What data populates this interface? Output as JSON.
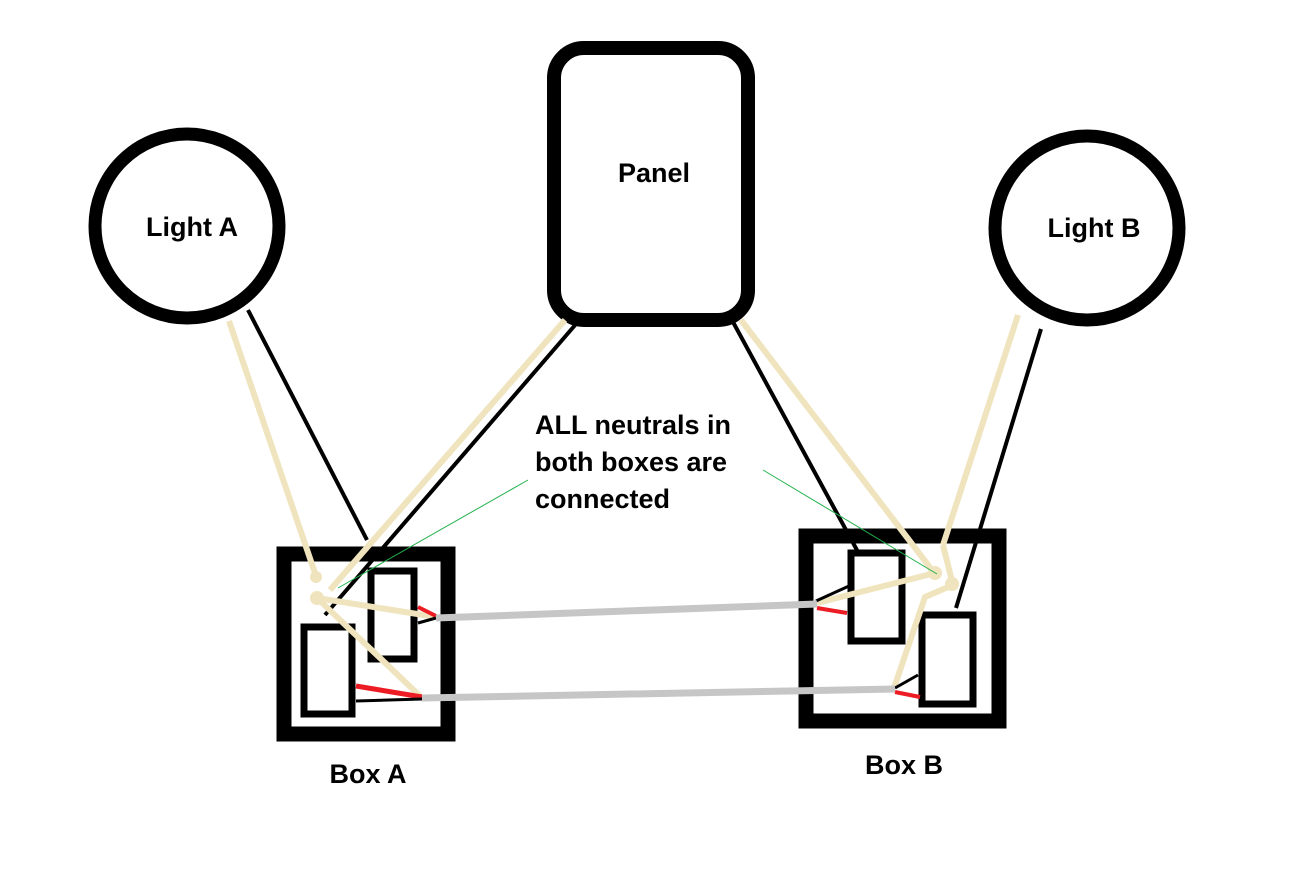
{
  "diagram": {
    "title": "Wiring diagram: two lights, two switch boxes, one panel",
    "colors": {
      "outline": "#000000",
      "hot_wire": "#000000",
      "neutral_wire": "#efe4bd",
      "traveler_wire": "#c6c6c6",
      "red_wire": "#ed1c24",
      "annotation_line": "#22b14c",
      "background": "#ffffff"
    },
    "nodes": {
      "light_a": {
        "label": "Light A",
        "shape": "circle"
      },
      "light_b": {
        "label": "Light B",
        "shape": "circle"
      },
      "panel": {
        "label": "Panel",
        "shape": "rounded-rectangle"
      },
      "box_a": {
        "label": "Box A",
        "shape": "square",
        "switches": 2
      },
      "box_b": {
        "label": "Box B",
        "shape": "square",
        "switches": 2
      }
    },
    "annotation": {
      "lines": [
        "ALL neutrals in",
        "both boxes are",
        "connected"
      ],
      "points_to": [
        "box_a neutral splice",
        "box_b neutral splice"
      ]
    },
    "wires": [
      {
        "from": "light_a",
        "to": "box_a",
        "type": "neutral"
      },
      {
        "from": "light_a",
        "to": "box_a",
        "type": "hot"
      },
      {
        "from": "panel",
        "to": "box_a",
        "type": "neutral"
      },
      {
        "from": "panel",
        "to": "box_a",
        "type": "hot"
      },
      {
        "from": "panel",
        "to": "box_b",
        "type": "hot"
      },
      {
        "from": "panel",
        "to": "box_b",
        "type": "neutral"
      },
      {
        "from": "light_b",
        "to": "box_b",
        "type": "neutral"
      },
      {
        "from": "light_b",
        "to": "box_b",
        "type": "hot"
      },
      {
        "from": "box_a",
        "to": "box_b",
        "type": "traveler-cable",
        "count": 2
      }
    ]
  }
}
